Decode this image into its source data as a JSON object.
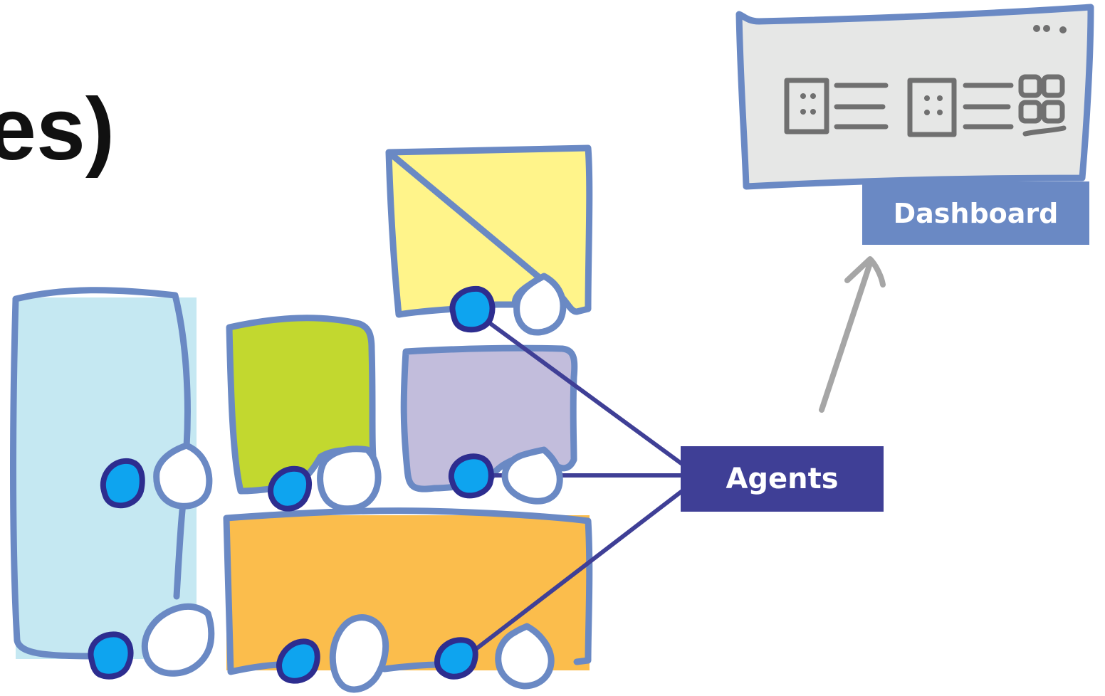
{
  "heading": {
    "text": "es)"
  },
  "labels": {
    "agents": "Agents",
    "dashboard": "Dashboard"
  },
  "colors": {
    "panel_blue": "#c5e8f2",
    "panel_green": "#c2d82f",
    "panel_yellow": "#fff48a",
    "panel_purple": "#c2bddc",
    "panel_orange": "#fbbd4c",
    "outline": "#6a89c4",
    "agent_dot": "#0ea4ef",
    "agents_box": "#3f3f96",
    "dashboard_box": "#6a89c4",
    "arrow": "#a6a6a6"
  },
  "icons": [
    "dashboard-window-icon",
    "agent-dot-icon",
    "open-node-icon",
    "arrow-up-icon"
  ]
}
